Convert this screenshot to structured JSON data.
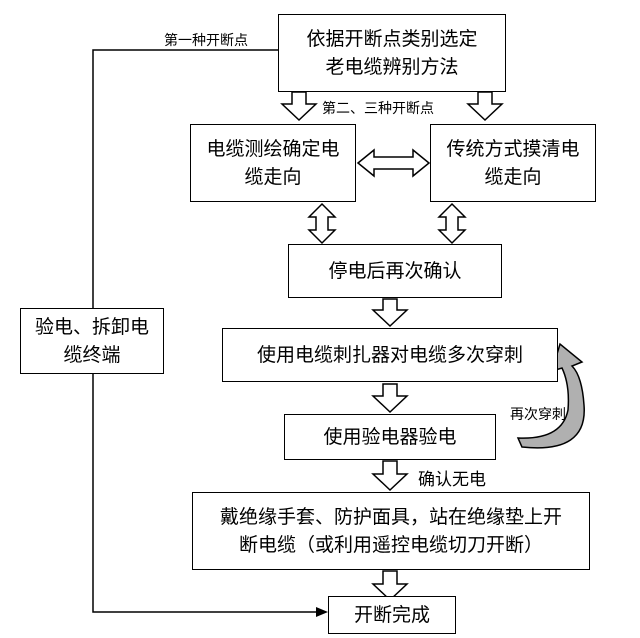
{
  "nodes": {
    "select_method": {
      "line1": "依据开断点类别选定",
      "line2": "老电缆辨别方法"
    },
    "survey": {
      "line1": "电缆测绘确定电",
      "line2": "缆走向"
    },
    "traditional": {
      "line1": "传统方式摸清电",
      "line2": "缆走向"
    },
    "confirm_again": {
      "text": "停电后再次确认"
    },
    "pierce": {
      "text": "使用电缆刺扎器对电缆多次穿刺"
    },
    "tester": {
      "text": "使用验电器验电"
    },
    "cut": {
      "line1": "戴绝缘手套、防护面具，站在绝缘垫上开",
      "line2": "断电缆（或利用遥控电缆切刀开断）"
    },
    "test_disassemble": {
      "line1": "验电、拆卸电",
      "line2": "缆终端"
    },
    "done": {
      "text": "开断完成"
    }
  },
  "labels": {
    "first_type": "第一种开断点",
    "second_third": "第二、三种开断点",
    "pierce_again": "再次穿刺",
    "no_power": "确认无电"
  }
}
